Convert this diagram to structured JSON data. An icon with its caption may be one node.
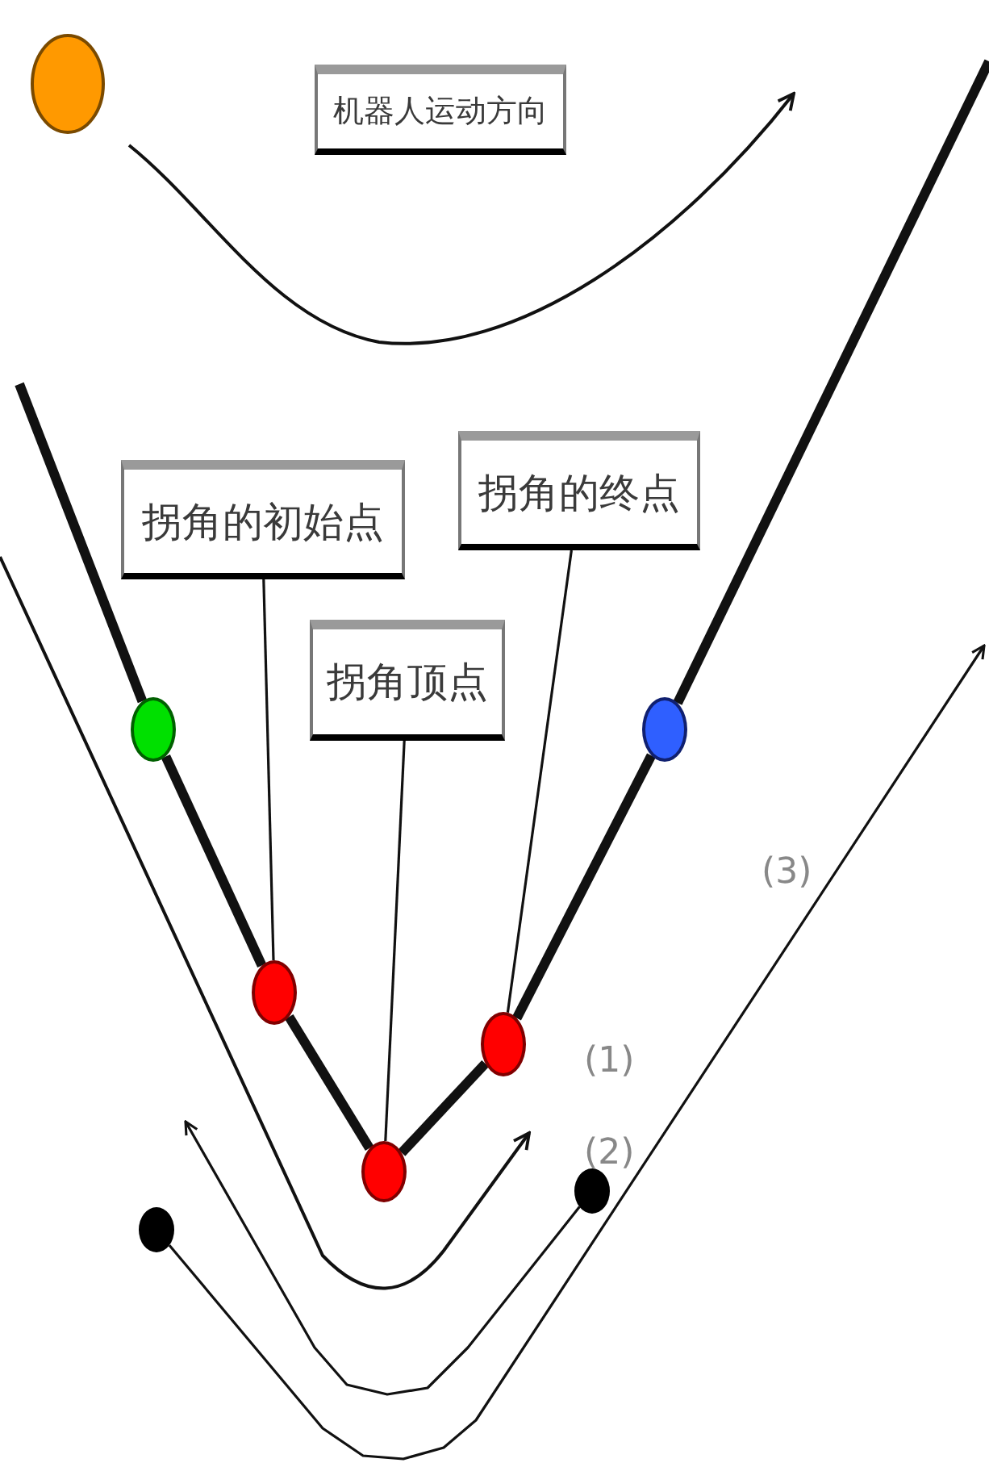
{
  "diagram": {
    "nodes": [
      {
        "text": [
          "机器人运动方向"
        ]
      },
      {
        "text": [
          "拐角的初始点"
        ]
      },
      {
        "text": [
          "拐角顶点"
        ]
      },
      {
        "text": [
          "拐角的终点"
        ]
      },
      {
        "text": [],
        "shape": "circle"
      },
      {
        "text": [],
        "shape": "circle"
      },
      {
        "text": [],
        "shape": "circle"
      },
      {
        "text": [],
        "shape": "circle"
      },
      {
        "text": [],
        "shape": "circle"
      },
      {
        "text": [],
        "shape": "circle"
      },
      {
        "text": [],
        "shape": "circle"
      }
    ],
    "edges": [
      {
        "from": 1,
        "to": 5,
        "arrow": "none"
      },
      {
        "from": 2,
        "to": 6,
        "arrow": "none"
      },
      {
        "from": 3,
        "to": 7,
        "arrow": "none"
      },
      {
        "from": null,
        "to": 4,
        "arrow": "none"
      },
      {
        "from": 4,
        "to": 5,
        "arrow": "none"
      },
      {
        "from": 5,
        "to": 6,
        "arrow": "none"
      },
      {
        "from": 6,
        "to": 7,
        "arrow": "none"
      },
      {
        "from": 7,
        "to": 8,
        "arrow": "none"
      },
      {
        "from": 8,
        "to": null,
        "arrow": "none"
      },
      {
        "from": 10,
        "to": null,
        "arrow": "to"
      },
      {
        "from": 9,
        "to": null,
        "arrow": "to"
      }
    ],
    "labels": [
      "(1)",
      "(2)",
      "(3)"
    ]
  }
}
